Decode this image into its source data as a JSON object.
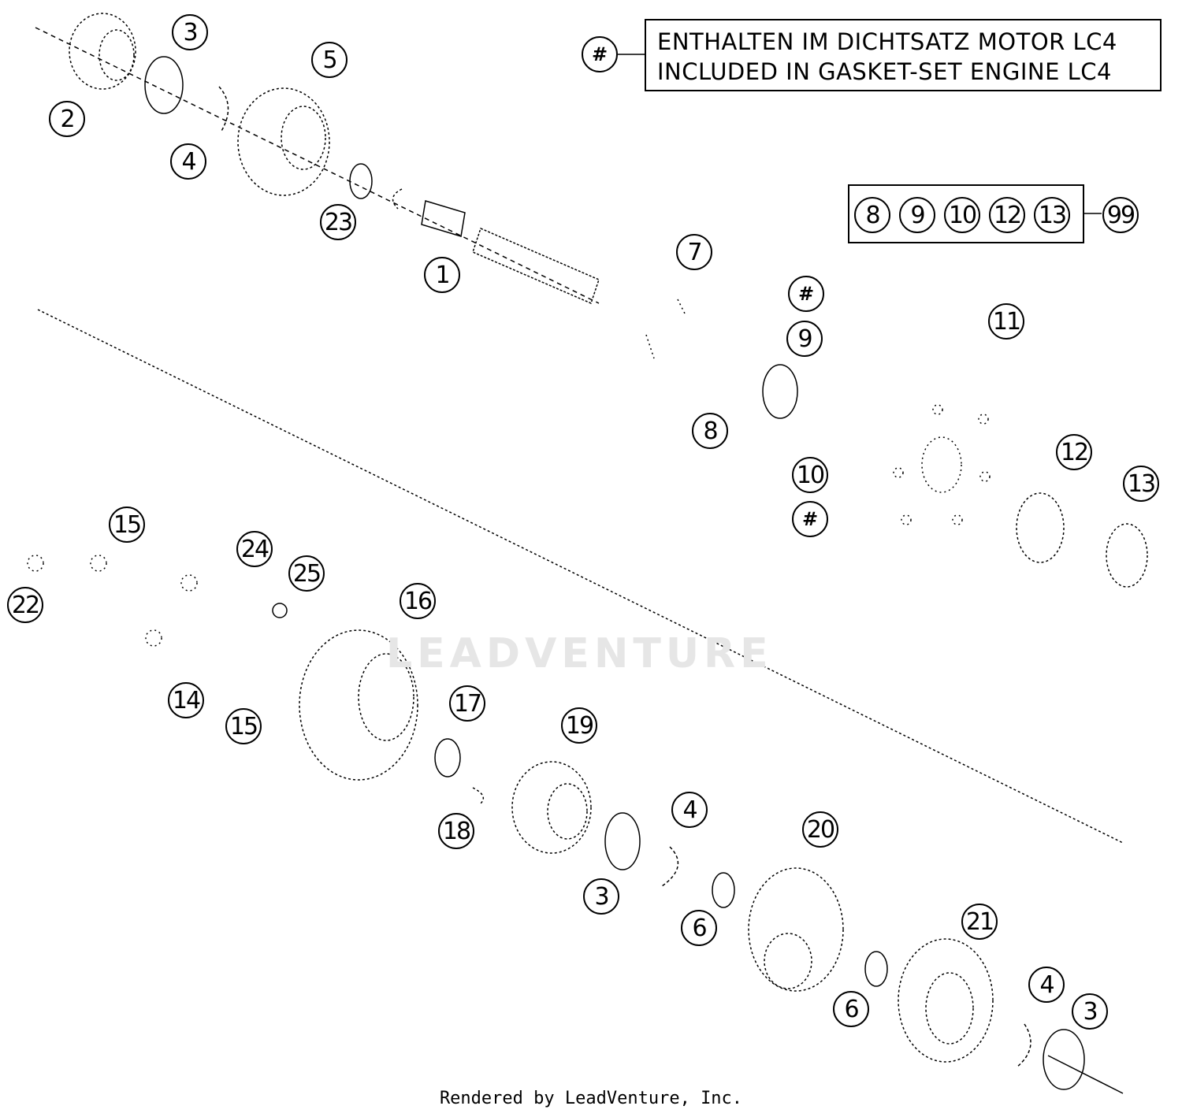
{
  "legend": {
    "symbol": "#",
    "line_de": "ENTHALTEN IM DICHTSATZ MOTOR LC4",
    "line_en": "INCLUDED IN GASKET-SET ENGINE LC4"
  },
  "kit": {
    "parts": [
      "8",
      "9",
      "10",
      "12",
      "13"
    ],
    "set_number": "99"
  },
  "callouts": {
    "c1": "1",
    "c2": "2",
    "c3a": "3",
    "c3b": "3",
    "c3c": "3",
    "c4a": "4",
    "c4b": "4",
    "c4c": "4",
    "c5": "5",
    "c6a": "6",
    "c6b": "6",
    "c7": "7",
    "c8": "8",
    "c9": "9",
    "c10": "10",
    "c11": "11",
    "c12": "12",
    "c13": "13",
    "c14": "14",
    "c15a": "15",
    "c15b": "15",
    "c16": "16",
    "c17": "17",
    "c18": "18",
    "c19": "19",
    "c20": "20",
    "c21": "21",
    "c22": "22",
    "c23": "23",
    "c24": "24",
    "c25": "25",
    "hash1": "#",
    "hash2": "#"
  },
  "watermark": "LEADVENTURE",
  "footer": "Rendered by LeadVenture, Inc."
}
